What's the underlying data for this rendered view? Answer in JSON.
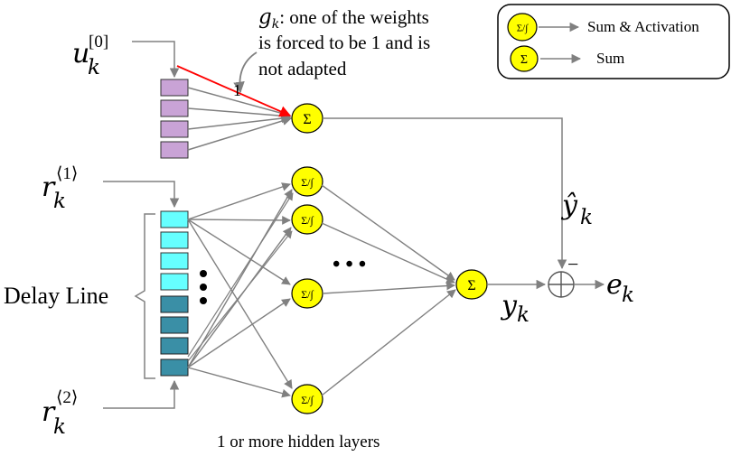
{
  "legend": {
    "activation_symbol": "Σ/∫",
    "activation_label": "Sum & Activation",
    "sum_symbol": "Σ",
    "sum_label": "Sum"
  },
  "annotation": {
    "gk_symbol": "g",
    "gk_sub": "k",
    "gk_line1": ": one of the weights",
    "gk_line2": "is forced to be 1 and is",
    "gk_line3": "not adapted"
  },
  "weight_one_label": "1",
  "inputs": {
    "u_base": "u",
    "u_sub": "k",
    "u_sup": "[0]",
    "r1_base": "r",
    "r1_sub": "k",
    "r1_sup": "⟨1⟩",
    "r2_base": "r",
    "r2_sub": "k",
    "r2_sup": "⟨2⟩"
  },
  "delay_line_label": "Delay Line",
  "hidden_layers_label": "1 or more hidden layers",
  "nodes": {
    "sum_symbol": "Σ",
    "activation_symbol": "Σ/∫"
  },
  "outputs": {
    "yhat_base": "ŷ",
    "yhat_sub": "k",
    "y_base": "y",
    "y_sub": "k",
    "e_base": "e",
    "e_sub": "k",
    "minus": "−",
    "ellipsis": "• • •"
  },
  "colors": {
    "node_fill": "#ffff00",
    "purple_cell": "#c9a3d6",
    "cyan_cell": "#66ffff",
    "teal_cell": "#3a8fa6",
    "arrow": "#808080",
    "red_line": "#ff0000"
  }
}
